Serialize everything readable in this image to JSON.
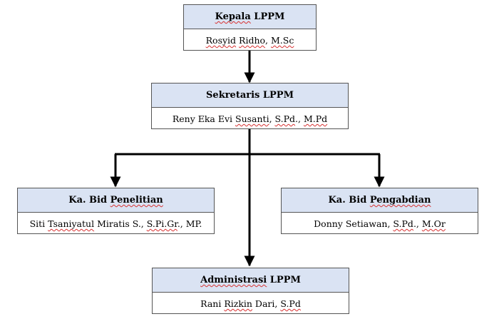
{
  "org_chart": {
    "kepala": {
      "title": [
        "Kepala",
        " LPPM"
      ],
      "name": [
        "Rosyid",
        " ",
        "Ridho",
        ", ",
        "M.Sc"
      ],
      "squiggle": [
        0,
        2,
        4
      ]
    },
    "sekretaris": {
      "title": [
        "Sekretaris LPPM"
      ],
      "name": [
        "Reny Eka Evi ",
        "Susanti",
        ", ",
        "S.Pd",
        "., ",
        "M.Pd"
      ],
      "squiggle": [
        1,
        3,
        5
      ]
    },
    "penelitian": {
      "title": [
        "Ka. Bid ",
        "Penelitian"
      ],
      "name": [
        "Siti ",
        "Tsaniyatul",
        " Miratis S., ",
        "S.Pi.Gr",
        "., MP."
      ],
      "squiggle": [
        1,
        3
      ]
    },
    "pengabdian": {
      "title": [
        "Ka. Bid ",
        "Pengabdian"
      ],
      "name": [
        "Donny Setiawan, ",
        "S.Pd",
        "., ",
        "M.Or"
      ],
      "squiggle": [
        1,
        3
      ]
    },
    "administrasi": {
      "title": [
        "Administrasi",
        " LPPM"
      ],
      "name": [
        "Rani ",
        "Rizkin",
        " Dari, ",
        "S.Pd"
      ],
      "squiggle": [
        1,
        3
      ]
    }
  }
}
